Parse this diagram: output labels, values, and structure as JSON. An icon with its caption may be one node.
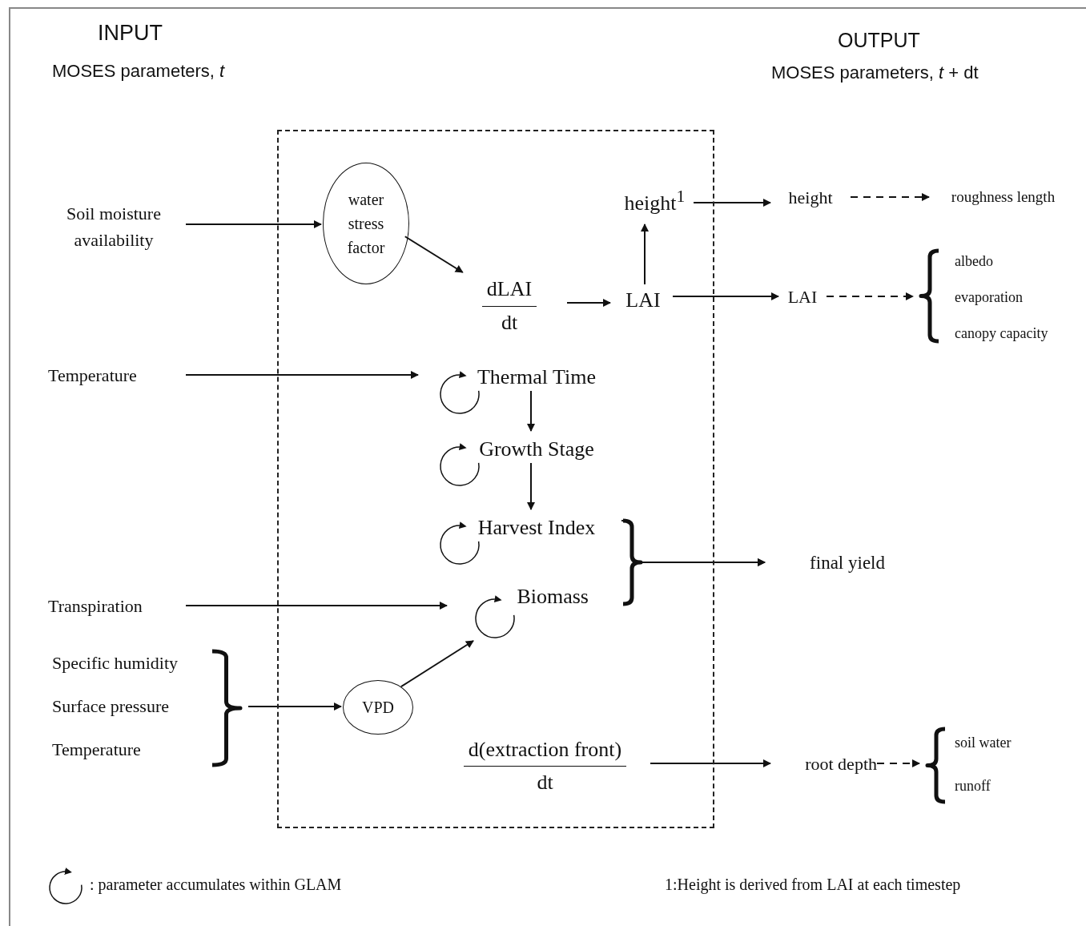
{
  "diagram": {
    "nodes": [
      {
        "text": [],
        "shape": "box"
      },
      {
        "text": [
          "Soil moisture availability"
        ]
      },
      {
        "text": [
          "water stress factor"
        ],
        "in": 0
      },
      {
        "text": [
          "dLAI",
          "dt"
        ],
        "in": 0
      },
      {
        "text": [
          "LAI"
        ],
        "in": 0
      },
      {
        "text": [
          "height$^{1}$"
        ],
        "in": 0
      },
      {
        "text": [
          "height"
        ]
      },
      {
        "text": [
          "roughness length"
        ]
      },
      {
        "text": [
          "LAI"
        ]
      },
      {
        "text": [
          "albedo",
          "evaporation",
          "canopy capacity"
        ]
      },
      {
        "text": [
          "Temperature"
        ]
      },
      {
        "text": [
          "Thermal Time"
        ],
        "in": 0
      },
      {
        "text": [
          "Growth Stage"
        ],
        "in": 0
      },
      {
        "text": [
          "Harvest Index"
        ],
        "in": 0
      },
      {
        "text": [
          "Biomass"
        ],
        "in": 0
      },
      {
        "text": [
          "final yield"
        ]
      },
      {
        "text": [
          "Transpiration"
        ]
      },
      {
        "text": [
          "Specific humidity",
          "Surface pressure",
          "Temperature"
        ]
      },
      {
        "text": [
          "VPD"
        ],
        "in": 0
      },
      {
        "text": [
          "d(extraction front)",
          "dt"
        ],
        "in": 0
      },
      {
        "text": [
          "root depth"
        ]
      },
      {
        "text": [
          "soil water",
          "runoff"
        ]
      }
    ],
    "edges": [
      {
        "from": 1,
        "to": 2,
        "arrow": "to"
      },
      {
        "from": 2,
        "to": 3,
        "arrow": "to"
      },
      {
        "from": 3,
        "to": 4,
        "arrow": "to"
      },
      {
        "from": 4,
        "to": 5,
        "arrow": "to"
      },
      {
        "from": 5,
        "to": 6,
        "arrow": "to"
      },
      {
        "from": 6,
        "to": 7,
        "arrow": "to",
        "style": "dashed"
      },
      {
        "from": 4,
        "to": 8,
        "arrow": "to"
      },
      {
        "from": 8,
        "to": 9,
        "arrow": "to",
        "style": "dashed"
      },
      {
        "from": 10,
        "to": 11,
        "arrow": "to"
      },
      {
        "from": 11,
        "to": 12,
        "arrow": "to"
      },
      {
        "from": 12,
        "to": 13,
        "arrow": "to"
      },
      {
        "from": 13,
        "to": 15,
        "arrow": "to"
      },
      {
        "from": 14,
        "to": 15,
        "arrow": "to"
      },
      {
        "from": 16,
        "to": 14,
        "arrow": "to"
      },
      {
        "from": 17,
        "to": 18,
        "arrow": "to"
      },
      {
        "from": 18,
        "to": 14,
        "arrow": "to"
      },
      {
        "from": 19,
        "to": 20,
        "arrow": "to"
      },
      {
        "from": 20,
        "to": 21,
        "arrow": "to",
        "style": "dashed"
      },
      {
        "from": 11,
        "to": 11,
        "arrow": "to"
      },
      {
        "from": 12,
        "to": 12,
        "arrow": "to"
      },
      {
        "from": 13,
        "to": 13,
        "arrow": "to"
      },
      {
        "from": 14,
        "to": 14,
        "arrow": "to"
      }
    ],
    "labels": [
      "INPUT",
      "MOSES parameters, *t*",
      "OUTPUT",
      "MOSES parameters, *t* + dt",
      "1:Height is derived from LAI at each timestep"
    ],
    "legend": [
      {
        "text": ": parameter accumulates within GLAM"
      }
    ]
  }
}
